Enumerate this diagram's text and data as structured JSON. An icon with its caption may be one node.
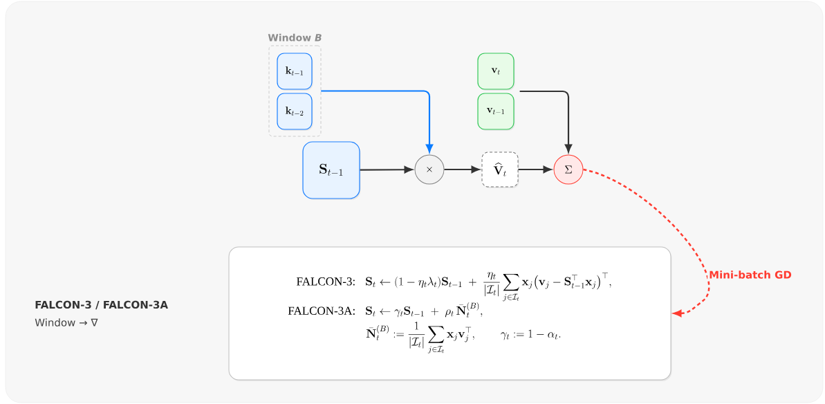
{
  "diagram": {
    "nodes": [
      {
        "text": [
          "Window *B*"
        ]
      },
      {
        "text": [
          "\\mathbf{k}_{t-1}"
        ],
        "in": 0
      },
      {
        "text": [
          "\\mathbf{k}_{t-2}"
        ],
        "in": 0
      },
      {
        "text": [
          "\\mathbf{v}_t"
        ]
      },
      {
        "text": [
          "\\mathbf{v}_{t-1}"
        ]
      },
      {
        "text": [
          "\\mathbf{S}_{t-1}"
        ]
      },
      {
        "text": [
          "\\times"
        ]
      },
      {
        "text": [
          "\\widehat{\\mathbf{V}}_t"
        ]
      },
      {
        "text": [
          "\\Sigma"
        ]
      },
      {
        "text": [
          "FALCON-3:",
          "\\mathbf{S}_t \\leftarrow (1-\\eta_t\\lambda_t)\\mathbf{S}_{t-1} \\;+\\; \\frac{\\eta_t}{|\\mathcal{I}_t|}\\sum_{j\\in\\mathcal{I}_t}\\mathbf{x}_j\\big(\\mathbf{v}_j-\\mathbf{S}_{t-1}^{\\top}\\mathbf{x}_j\\big)^{\\top},",
          "FALCON-3A:",
          "\\mathbf{S}_t \\leftarrow \\gamma_t\\mathbf{S}_{t-1} \\;+\\; \\rho_t\\,\\bar{\\mathbf{N}}_t^{(B)},",
          "\\bar{\\mathbf{N}}_t^{(B)} := \\frac{1}{|\\mathcal{I}_t|}\\sum_{j\\in\\mathcal{I}_t}\\mathbf{x}_j\\mathbf{v}_j^{\\top}, \\qquad \\gamma_t := 1-\\alpha_t."
        ]
      }
    ],
    "edges": [
      {
        "from": 0,
        "to": 6,
        "arrow": "to",
        "color": "#0a7cff"
      },
      {
        "from": 3,
        "to": 8,
        "arrow": "to"
      },
      {
        "from": 4,
        "to": 8,
        "arrow": "to"
      },
      {
        "from": 5,
        "to": 6,
        "arrow": "to"
      },
      {
        "from": 6,
        "to": 7,
        "arrow": "to"
      },
      {
        "from": 7,
        "to": 8,
        "arrow": "to"
      },
      {
        "from": 8,
        "to": 9,
        "arrow": "to",
        "style": "dashed",
        "color": "#ff3b30",
        "label": "Mini-batch GD"
      }
    ],
    "labels": [
      "FALCON-3 / FALCON-3A",
      "Window → ∇"
    ]
  }
}
